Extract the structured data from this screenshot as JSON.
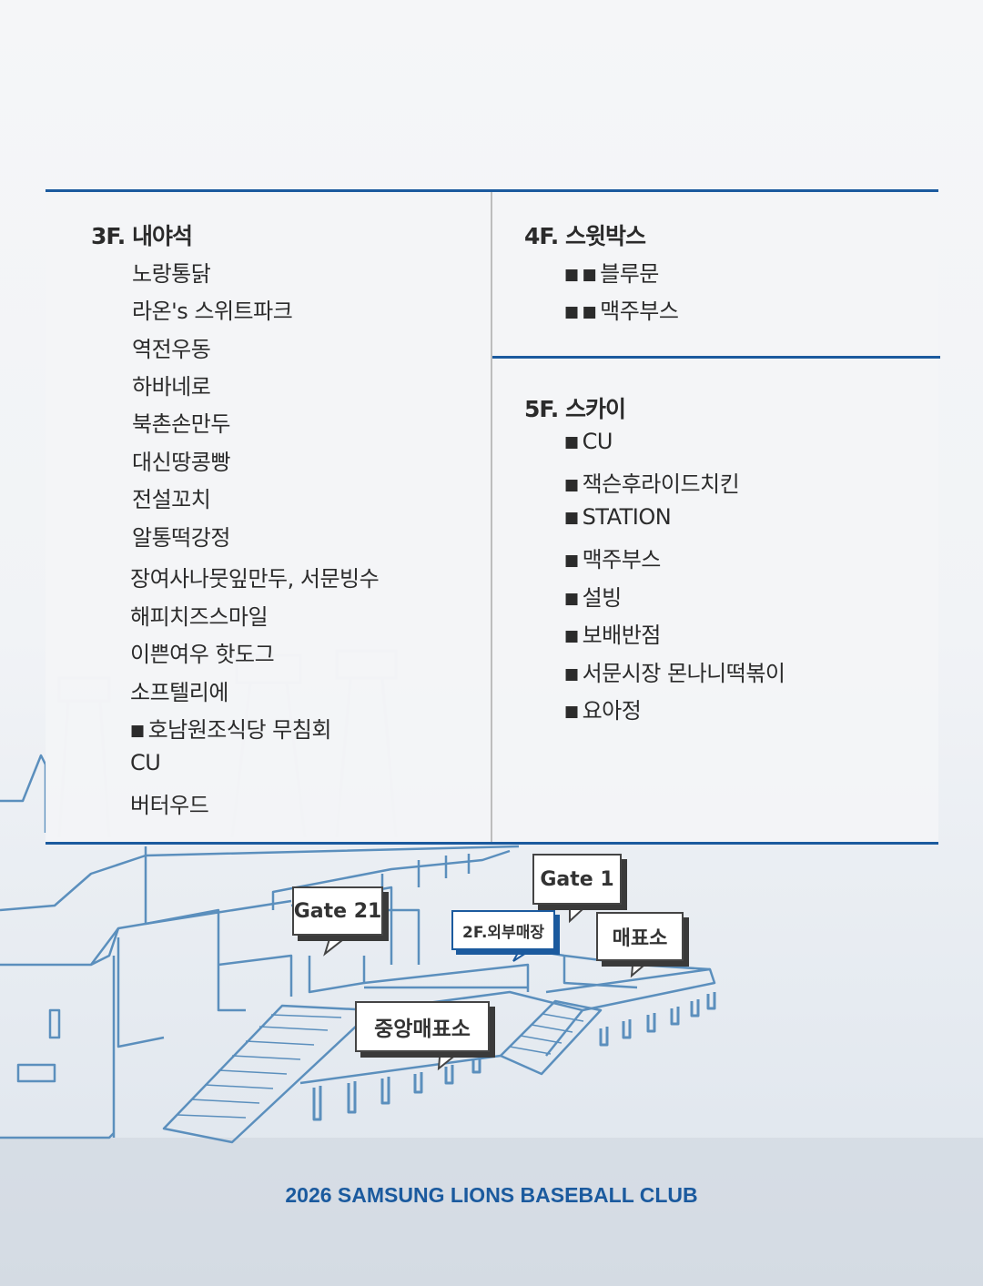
{
  "floors": {
    "f3": {
      "title": "3F. 내야석",
      "items": [
        "노랑통닭",
        "라온's 스위트파크",
        "역전우동",
        "하바네로",
        "북촌손만두",
        "대신땅콩빵",
        "전설꼬치",
        "알통떡강정",
        "장여사나뭇잎만두, 서문빙수",
        "해피치즈스마일",
        "이쁜여우 핫도그",
        "소프텔리에",
        "호남원조식당 무침회",
        "CU",
        "버터우드"
      ]
    },
    "f4": {
      "title": "4F. 스윗박스",
      "items": [
        "블루문",
        "맥주부스"
      ]
    },
    "f5": {
      "title": "5F. 스카이",
      "items": [
        "CU",
        "잭슨후라이드치킨",
        "STATION",
        "맥주부스",
        "설빙",
        "보배반점",
        "서문시장 몬나니떡볶이",
        "요아정"
      ]
    }
  },
  "bullet": "■",
  "map_labels": {
    "gate21": "Gate 21",
    "gate1": "Gate 1",
    "external_store": "2F.외부매장",
    "ticket_office": "매표소",
    "central_ticket_office": "중앙매표소"
  },
  "footer": "2026 SAMSUNG LIONS BASEBALL CLUB",
  "colors": {
    "accent": "#1b5a9e",
    "text": "#2b2b2b",
    "stadium_line": "#5b8fbd"
  }
}
